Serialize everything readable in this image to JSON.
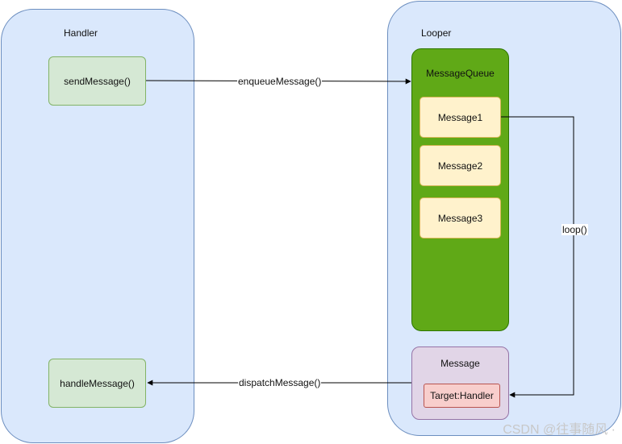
{
  "handler": {
    "title": "Handler",
    "send_label": "sendMessage()",
    "handle_label": "handleMessage()"
  },
  "looper": {
    "title": "Looper",
    "queue": {
      "title": "MessageQueue",
      "messages": [
        "Message1",
        "Message2",
        "Message3"
      ]
    },
    "message": {
      "title": "Message",
      "target_label": "Target:Handler"
    }
  },
  "edges": {
    "enqueue_label": "enqueueMessage()",
    "loop_label": "loop()",
    "dispatch_label": "dispatchMessage()"
  },
  "watermark": "CSDN @往事随风 ·",
  "colors": {
    "panel_fill": "#dae8fc",
    "method_fill": "#d5e8d4",
    "queue_fill": "#60a917",
    "message_fill": "#fff2cc",
    "message_box_fill": "#e1d5e7",
    "target_fill": "#f8cecc"
  }
}
